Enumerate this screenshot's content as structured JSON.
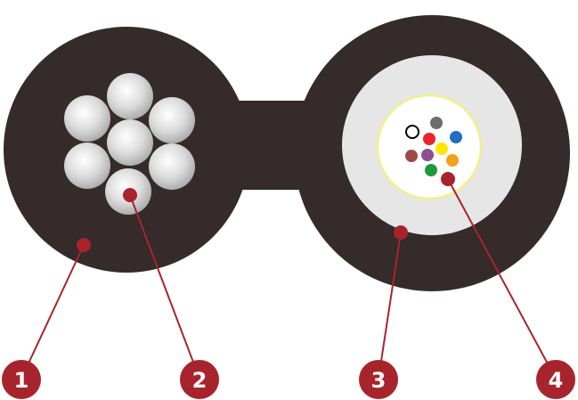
{
  "colors": {
    "jacket": "#342b2a",
    "callout": "#a8242c",
    "sheath": "#e6e6e6",
    "tube": "#ffffff",
    "tube_ring": "#f3ef8a",
    "callout_text": "#ffffff"
  },
  "callouts": [
    {
      "id": 1,
      "label": "1"
    },
    {
      "id": 2,
      "label": "2"
    },
    {
      "id": 3,
      "label": "3"
    },
    {
      "id": 4,
      "label": "4"
    }
  ],
  "fiber_colors": [
    {
      "name": "natural",
      "hex": "#ffffff"
    },
    {
      "name": "slate",
      "hex": "#6d6d6d"
    },
    {
      "name": "red",
      "hex": "#e8242b"
    },
    {
      "name": "blue",
      "hex": "#1f6fc3"
    },
    {
      "name": "yellow",
      "hex": "#ffe600"
    },
    {
      "name": "brown",
      "hex": "#a04a46"
    },
    {
      "name": "violet",
      "hex": "#8e4f8e"
    },
    {
      "name": "orange",
      "hex": "#f0a21a"
    },
    {
      "name": "green",
      "hex": "#1e9a3c"
    }
  ],
  "strength_member_strands": 7
}
